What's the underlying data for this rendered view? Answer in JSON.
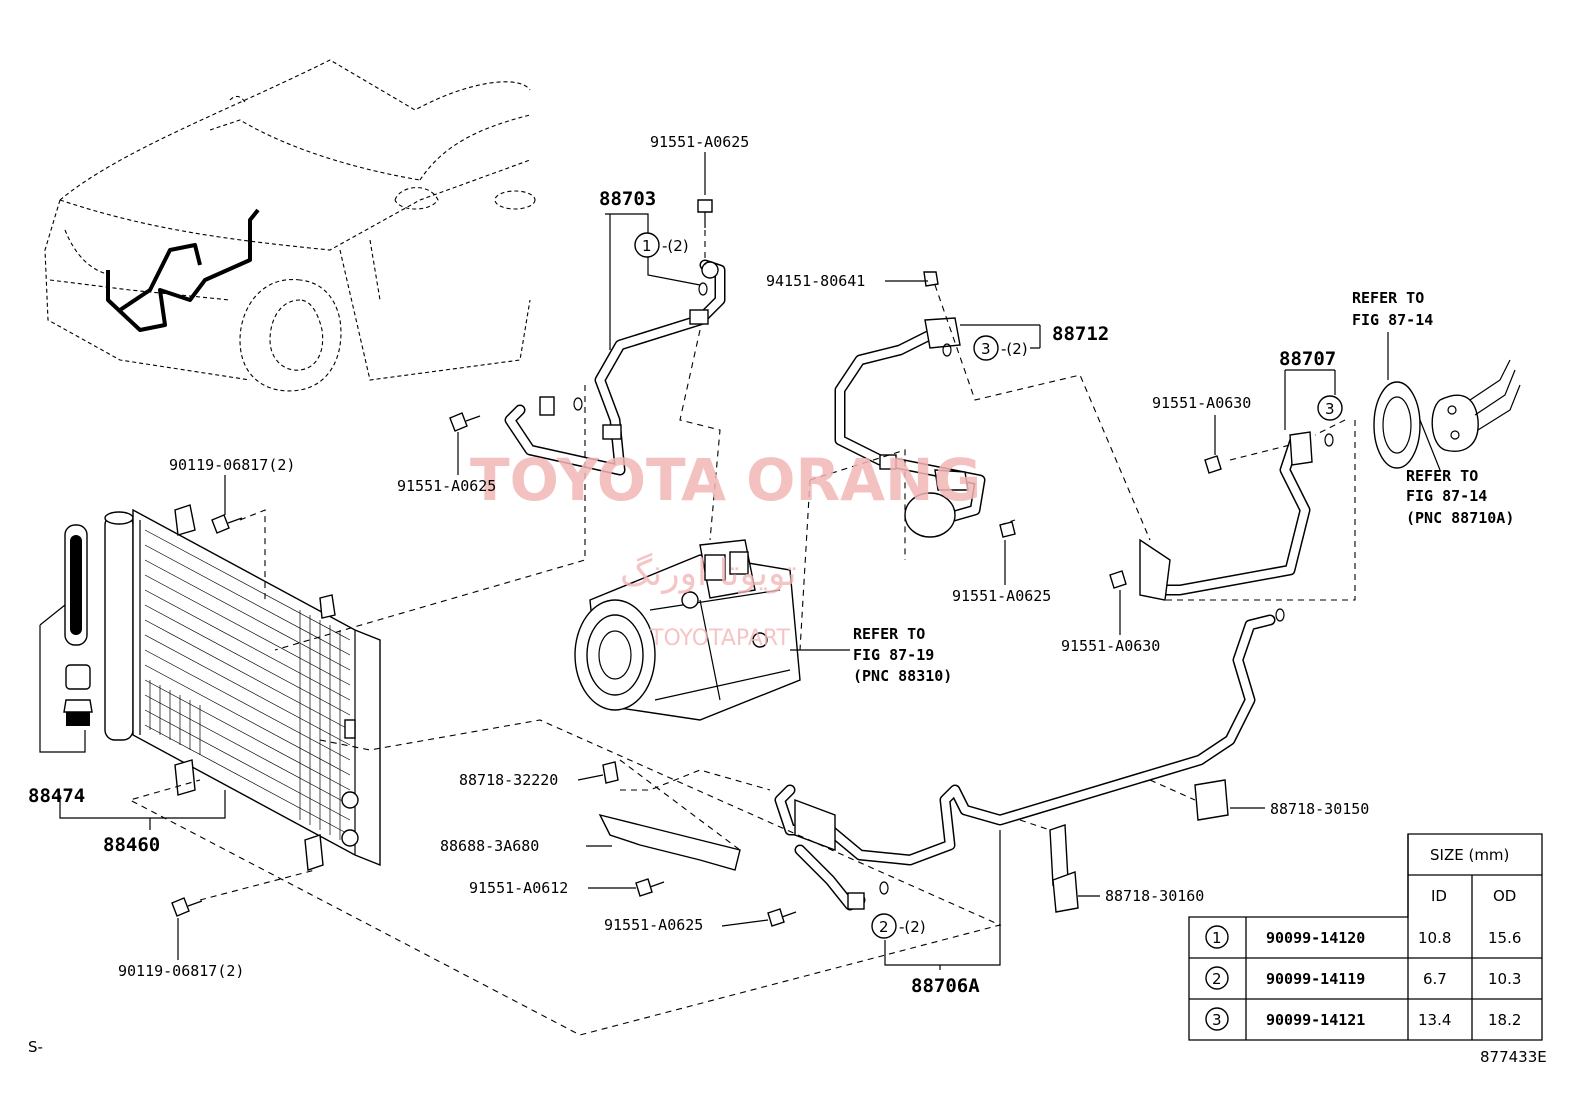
{
  "watermark": {
    "title": "TOYOTA ORANG",
    "arabic": "تويوتا اورنگ",
    "sub": "TOYOTAPART"
  },
  "labels": {
    "p_91551_A0625_top": "91551-A0625",
    "p_88703": "88703",
    "p_circle1_qty": "-(2)",
    "p_94151_80641": "94151-80641",
    "p_88712": "88712",
    "p_circle3_qty": "-(2)",
    "p_refer_top_1": "REFER TO",
    "p_refer_top_2": "FIG 87-14",
    "p_88707": "88707",
    "p_91551_A0630_a": "91551-A0630",
    "p_refer_right_1": "REFER TO",
    "p_refer_right_2": "FIG 87-14",
    "p_refer_right_3": "(PNC 88710A)",
    "p_91551_A0625_left": "91551-A0625",
    "p_90119_06817_top": "90119-06817(2)",
    "p_91551_A0625_mid": "91551-A0625",
    "p_91551_A0630_b": "91551-A0630",
    "p_refer_comp_1": "REFER TO",
    "p_refer_comp_2": "FIG 87-19",
    "p_refer_comp_3": "(PNC 88310)",
    "p_88474": "88474",
    "p_88460": "88460",
    "p_88718_32220": "88718-32220",
    "p_88718_30150": "88718-30150",
    "p_88688_3A680": "88688-3A680",
    "p_91551_A0612": "91551-A0612",
    "p_91551_A0625_low": "91551-A0625",
    "p_circle2_qty": "-(2)",
    "p_88718_30160": "88718-30160",
    "p_88706A": "88706A",
    "p_90119_06817_bot": "90119-06817(2)",
    "corner_left": "S-",
    "corner_right": "877433E"
  },
  "circles": {
    "c1": "1",
    "c2": "2",
    "c3": "3"
  },
  "size_table": {
    "title": "SIZE (mm)",
    "col_id": "ID",
    "col_od": "OD",
    "rows": [
      {
        "key": "1",
        "part": "90099-14120",
        "id": "10.8",
        "od": "15.6"
      },
      {
        "key": "2",
        "part": "90099-14119",
        "id": "6.7",
        "od": "10.3"
      },
      {
        "key": "3",
        "part": "90099-14121",
        "id": "13.4",
        "od": "18.2"
      }
    ]
  }
}
